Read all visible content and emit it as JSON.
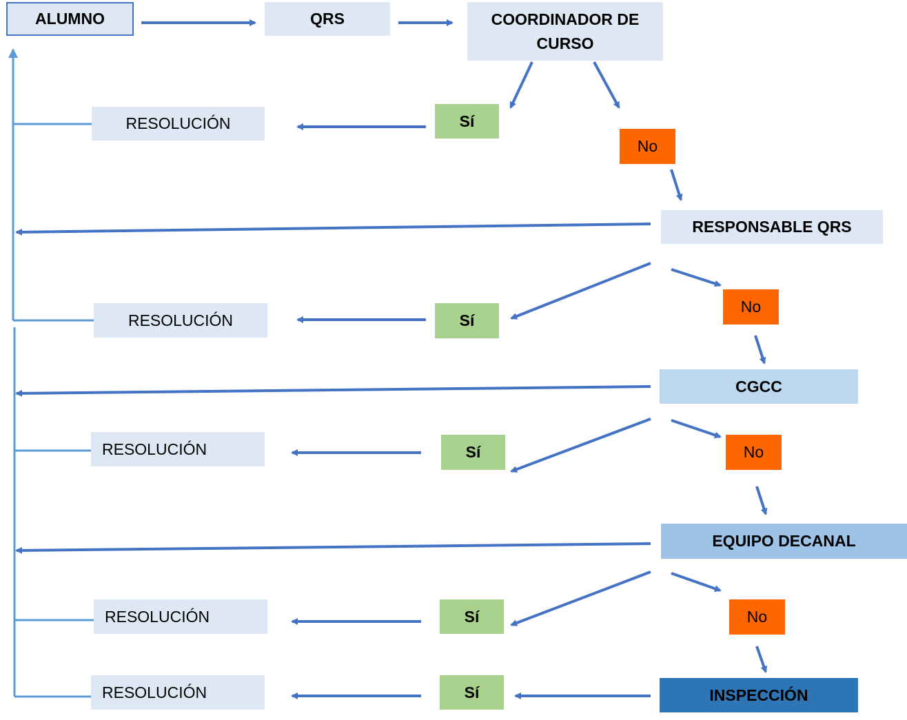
{
  "nodes": {
    "alumno": "ALUMNO",
    "qrs": "QRS",
    "coordinador": "COORDINADOR DE CURSO",
    "responsable": "RESPONSABLE QRS",
    "cgcc": "CGCC",
    "equipo": "EQUIPO DECANAL",
    "inspeccion": "INSPECCIÓN"
  },
  "resoluciones": [
    "RESOLUCIÓN",
    "RESOLUCIÓN",
    "RESOLUCIÓN",
    "RESOLUCIÓN",
    "RESOLUCIÓN"
  ],
  "si_labels": [
    "Sí",
    "Sí",
    "Sí",
    "Sí",
    "Sí"
  ],
  "no_labels": [
    "No",
    "No",
    "No",
    "No"
  ],
  "colors": {
    "arrow": "#4472c4",
    "return_line": "#5b9bd5",
    "si_fill": "#a9d18e",
    "no_fill": "#ff6600",
    "box_light": "#dee8f4",
    "inspeccion_fill": "#2e75b6"
  }
}
